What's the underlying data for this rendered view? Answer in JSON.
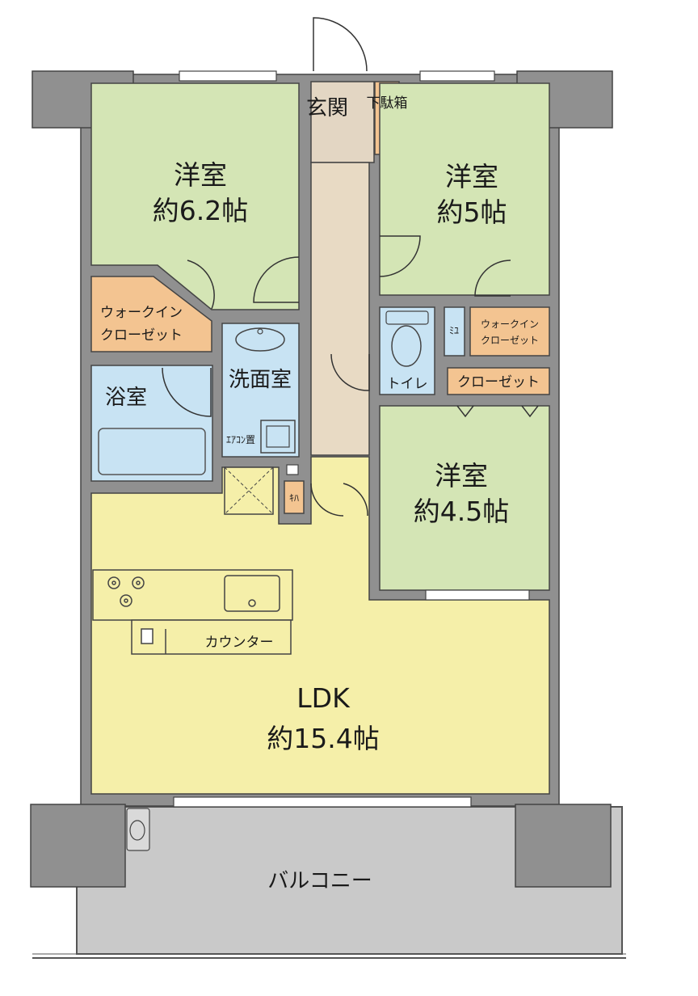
{
  "rooms": {
    "western_1": {
      "name": "洋室",
      "size": "約6.2帖"
    },
    "western_2": {
      "name": "洋室",
      "size": "約5帖"
    },
    "western_3": {
      "name": "洋室",
      "size": "約4.5帖"
    },
    "ldk": {
      "name": "LDK",
      "size": "約15.4帖"
    },
    "entrance": "玄関",
    "shoe_box": "下駄箱",
    "wic_1": {
      "line1": "ウォークイン",
      "line2": "クローゼット"
    },
    "wic_2": {
      "line1": "ウォークイン",
      "line2": "クローゼット"
    },
    "closet": "クローゼット",
    "bath": "浴室",
    "washroom": "洗面室",
    "toilet": "トイレ",
    "aircon_place": "ｴｱｺﾝ置",
    "storage_a": "ﾐﾕ",
    "storage_b": "ｷﾊ",
    "counter": "カウンター",
    "balcony": "バルコニー"
  },
  "colors": {
    "western": "#d4e5b5",
    "ldk": "#f5efa9",
    "wet": "#c8e3f3",
    "closet": "#f3c491",
    "hallway": "#e8dac4",
    "balcony": "#c9c9c9",
    "wall": "#909090"
  }
}
